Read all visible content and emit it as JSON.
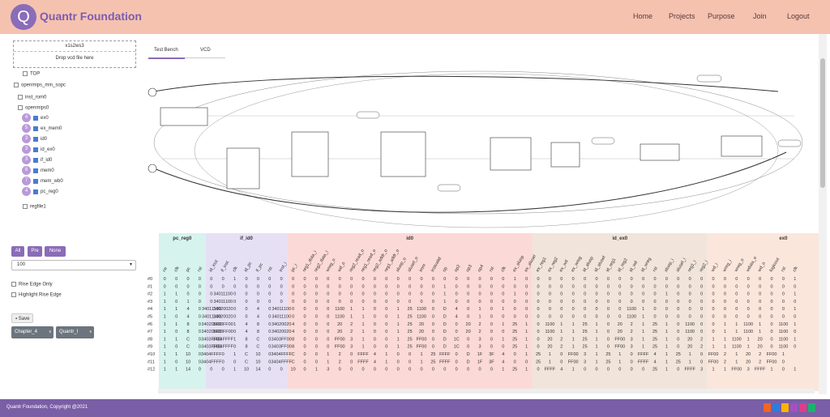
{
  "header": {
    "logo_letter": "Q",
    "brand": "Quantr Foundation",
    "nav": [
      "Home",
      "Projects",
      "Purpose",
      "Join",
      "Logout"
    ]
  },
  "upload": {
    "code": "x1s2ws3",
    "label": "Drop vcd file here"
  },
  "tree": {
    "top": "TOP",
    "soc": "openmips_min_sopc",
    "rom": "inst_rom0",
    "mips": "openmips0",
    "modules": [
      {
        "n": "4",
        "name": "ex0"
      },
      {
        "n": "5",
        "name": "ex_mem0"
      },
      {
        "n": "3",
        "name": "id0"
      },
      {
        "n": "3",
        "name": "id_ex0"
      },
      {
        "n": "3",
        "name": "if_id0"
      },
      {
        "n": "8",
        "name": "mem0"
      },
      {
        "n": "7",
        "name": "mem_wb0"
      },
      {
        "n": "4",
        "name": "pc_reg0"
      }
    ],
    "regfile": "regfile1"
  },
  "buttons": {
    "all": "All",
    "pre": "Pre",
    "none": "None"
  },
  "select": {
    "value": "100"
  },
  "options": {
    "rise": "Rise Edge Only",
    "highlight": "Highlight Rise Edge"
  },
  "save": "Save",
  "tags": [
    "Chapter_4",
    "Quantr_I"
  ],
  "tabs": [
    "Test Bench",
    "VCD"
  ],
  "table": {
    "groups": [
      {
        "name": "pc_reg0",
        "w": 4,
        "c": "#d6f3ee"
      },
      {
        "name": "if_id0",
        "w": 7,
        "c": "#e6e0f5"
      },
      {
        "name": "id0",
        "w": 21,
        "c": "#fbd9d6"
      },
      {
        "name": "id_ex0",
        "w": 15,
        "c": "#f1e4da"
      },
      {
        "name": "ex0",
        "w": 13,
        "c": "#fbe6dc"
      }
    ],
    "cols": [
      "ce",
      "clk",
      "pc",
      "rst",
      "id_inst",
      "if_inst",
      "clk",
      "id_pc",
      "if_pc",
      "rst",
      "inst_i",
      "pc_i",
      "reg1_data_i",
      "reg2_data_i",
      "wreg_o",
      "wd_o",
      "reg2_read_o",
      "reg1_read_o",
      "reg2_addr_o",
      "reg1_addr_o",
      "aluop_o",
      "alusel_o",
      "imm",
      "instvalid",
      "op",
      "op2",
      "op3",
      "op4",
      "rst",
      "clk",
      "ex_aluop",
      "ex_alusel",
      "ex_reg1",
      "ex_reg2",
      "ex_wd",
      "ex_wreg",
      "id_aluop",
      "id_alusel",
      "id_reg1",
      "id_reg2",
      "id_wd",
      "id_wreg",
      "rst",
      "aluop_i",
      "alusel_i",
      "reg1_i",
      "reg2_i",
      "wd_i",
      "wreg_i",
      "wreg_o",
      "wdata_o",
      "wd_o",
      "logicout",
      "rst",
      "clk"
    ],
    "rows": [
      [
        "#0",
        "0",
        "0",
        "0",
        "0",
        "0",
        "0",
        "1",
        "0",
        "0",
        "0",
        "0",
        "0",
        "0",
        "0",
        "0",
        "0",
        "0",
        "0",
        "0",
        "0",
        "0",
        "0",
        "0",
        "0",
        "0",
        "0",
        "0",
        "0",
        "0",
        "0",
        "1",
        "0",
        "0",
        "0",
        "0",
        "0",
        "0",
        "0",
        "0",
        "0",
        "0",
        "0",
        "0",
        "0",
        "0",
        "0",
        "0",
        "0",
        "0",
        "0",
        "0",
        "0",
        "0",
        "0",
        "1"
      ],
      [
        "#1",
        "0",
        "0",
        "0",
        "0",
        "0",
        "0",
        "0",
        "0",
        "0",
        "0",
        "0",
        "0",
        "0",
        "0",
        "0",
        "0",
        "0",
        "0",
        "0",
        "0",
        "0",
        "0",
        "0",
        "0",
        "1",
        "0",
        "0",
        "0",
        "0",
        "0",
        "0",
        "0",
        "0",
        "0",
        "0",
        "0",
        "0",
        "0",
        "0",
        "0",
        "0",
        "0",
        "0",
        "0",
        "0",
        "0",
        "0",
        "0",
        "0",
        "0",
        "0",
        "0",
        "0",
        "0",
        "0"
      ],
      [
        "#2",
        "1",
        "1",
        "0",
        "0",
        "0",
        "34011100",
        "0",
        "0",
        "0",
        "0",
        "0",
        "0",
        "0",
        "0",
        "0",
        "0",
        "0",
        "0",
        "0",
        "0",
        "0",
        "0",
        "0",
        "0",
        "1",
        "0",
        "0",
        "0",
        "0",
        "0",
        "1",
        "0",
        "0",
        "0",
        "0",
        "0",
        "0",
        "0",
        "0",
        "0",
        "0",
        "0",
        "0",
        "1",
        "0",
        "0",
        "0",
        "0",
        "0",
        "0",
        "0",
        "0",
        "0",
        "0",
        "1"
      ],
      [
        "#3",
        "1",
        "0",
        "1",
        "0",
        "0",
        "34011100",
        "0",
        "0",
        "0",
        "0",
        "0",
        "0",
        "0",
        "0",
        "0",
        "0",
        "0",
        "0",
        "0",
        "0",
        "0",
        "0",
        "0",
        "0",
        "1",
        "0",
        "0",
        "0",
        "0",
        "0",
        "0",
        "0",
        "0",
        "0",
        "0",
        "0",
        "0",
        "0",
        "0",
        "0",
        "0",
        "0",
        "0",
        "0",
        "0",
        "0",
        "0",
        "0",
        "0",
        "0",
        "0",
        "0",
        "0",
        "0",
        "0"
      ],
      [
        "#4",
        "1",
        "1",
        "4",
        "0",
        "34011100",
        "34020020",
        "0",
        "0",
        "4",
        "0",
        "34011100",
        "0",
        "0",
        "0",
        "0",
        "1100",
        "1",
        "1",
        "0",
        "0",
        "1",
        "25",
        "1100",
        "0",
        "D",
        "4",
        "0",
        "1",
        "0",
        "1",
        "0",
        "0",
        "0",
        "0",
        "0",
        "0",
        "0",
        "0",
        "0",
        "0",
        "1100",
        "1",
        "0",
        "0",
        "0",
        "0",
        "0",
        "0",
        "0",
        "0",
        "0",
        "0",
        "0",
        "0",
        "1"
      ],
      [
        "#5",
        "1",
        "0",
        "4",
        "0",
        "34011100",
        "34020020",
        "0",
        "0",
        "4",
        "0",
        "34011100",
        "0",
        "0",
        "0",
        "0",
        "1100",
        "1",
        "1",
        "0",
        "0",
        "1",
        "25",
        "1100",
        "0",
        "D",
        "4",
        "0",
        "1",
        "0",
        "0",
        "0",
        "0",
        "0",
        "0",
        "0",
        "0",
        "0",
        "0",
        "0",
        "0",
        "1100",
        "1",
        "0",
        "0",
        "0",
        "0",
        "0",
        "0",
        "0",
        "0",
        "0",
        "0",
        "0",
        "0",
        "0"
      ],
      [
        "#6",
        "1",
        "1",
        "8",
        "0",
        "34020020",
        "3403FF00",
        "1",
        "4",
        "8",
        "0",
        "34020020",
        "4",
        "0",
        "0",
        "0",
        "20",
        "2",
        "1",
        "0",
        "0",
        "1",
        "25",
        "20",
        "0",
        "D",
        "0",
        "20",
        "2",
        "0",
        "1",
        "25",
        "1",
        "0",
        "1100",
        "1",
        "1",
        "25",
        "1",
        "0",
        "20",
        "2",
        "1",
        "25",
        "1",
        "0",
        "1100",
        "0",
        "0",
        "1",
        "1",
        "1100",
        "1",
        "0",
        "1100",
        "1"
      ],
      [
        "#7",
        "1",
        "0",
        "8",
        "0",
        "34020020",
        "3403FF00",
        "0",
        "4",
        "8",
        "0",
        "34020020",
        "4",
        "0",
        "0",
        "0",
        "20",
        "2",
        "1",
        "0",
        "0",
        "1",
        "25",
        "20",
        "0",
        "D",
        "0",
        "20",
        "2",
        "0",
        "0",
        "25",
        "1",
        "0",
        "1100",
        "1",
        "1",
        "25",
        "1",
        "0",
        "20",
        "2",
        "1",
        "25",
        "1",
        "0",
        "1100",
        "0",
        "0",
        "1",
        "1",
        "1100",
        "1",
        "0",
        "1100",
        "0"
      ],
      [
        "#8",
        "1",
        "1",
        "C",
        "0",
        "3403FF00",
        "3404FFFF",
        "1",
        "8",
        "C",
        "0",
        "3403FF00",
        "8",
        "0",
        "0",
        "0",
        "FF00",
        "3",
        "1",
        "0",
        "0",
        "1",
        "25",
        "FF00",
        "0",
        "D",
        "1C",
        "0",
        "3",
        "0",
        "1",
        "25",
        "1",
        "0",
        "20",
        "2",
        "1",
        "25",
        "1",
        "0",
        "FF00",
        "3",
        "1",
        "25",
        "1",
        "0",
        "20",
        "2",
        "1",
        "1",
        "1100",
        "1",
        "20",
        "0",
        "1100",
        "1"
      ],
      [
        "#9",
        "1",
        "0",
        "C",
        "0",
        "3403FF00",
        "3404FFFF",
        "0",
        "8",
        "C",
        "0",
        "3403FF00",
        "8",
        "0",
        "0",
        "0",
        "FF00",
        "3",
        "1",
        "0",
        "0",
        "1",
        "25",
        "FF00",
        "0",
        "D",
        "1C",
        "0",
        "3",
        "0",
        "0",
        "25",
        "1",
        "0",
        "20",
        "2",
        "1",
        "25",
        "1",
        "0",
        "FF00",
        "3",
        "1",
        "25",
        "1",
        "0",
        "20",
        "2",
        "1",
        "1",
        "1100",
        "1",
        "20",
        "0",
        "1100",
        "0"
      ],
      [
        "#10",
        "1",
        "1",
        "10",
        "0",
        "3404FFFF",
        "0",
        "1",
        "C",
        "10",
        "0",
        "3404FFFF",
        "C",
        "0",
        "0",
        "1",
        "2",
        "0",
        "FFFF",
        "4",
        "1",
        "0",
        "0",
        "1",
        "25",
        "FFFF",
        "0",
        "D",
        "1F",
        "3F",
        "4",
        "0",
        "1",
        "25",
        "1",
        "0",
        "FF00",
        "3",
        "1",
        "25",
        "1",
        "0",
        "FFFF",
        "4",
        "1",
        "25",
        "1",
        "0",
        "FF00",
        "2",
        "1",
        "20",
        "2",
        "FF00",
        "1"
      ],
      [
        "#11",
        "1",
        "0",
        "10",
        "0",
        "3404FFFF",
        "0",
        "0",
        "C",
        "10",
        "0",
        "3404FFFF",
        "C",
        "0",
        "0",
        "1",
        "2",
        "0",
        "FFFF",
        "4",
        "1",
        "0",
        "0",
        "1",
        "25",
        "FFFF",
        "0",
        "D",
        "1F",
        "3F",
        "4",
        "0",
        "0",
        "25",
        "1",
        "0",
        "FF00",
        "3",
        "1",
        "25",
        "1",
        "0",
        "FFFF",
        "4",
        "1",
        "25",
        "1",
        "0",
        "FF00",
        "2",
        "1",
        "20",
        "2",
        "FF00",
        "0"
      ],
      [
        "#12",
        "1",
        "1",
        "14",
        "0",
        "0",
        "0",
        "1",
        "10",
        "14",
        "0",
        "0",
        "10",
        "0",
        "1",
        "3",
        "0",
        "0",
        "0",
        "0",
        "0",
        "0",
        "0",
        "0",
        "0",
        "0",
        "0",
        "0",
        "0",
        "0",
        "1",
        "25",
        "1",
        "0",
        "FFFF",
        "4",
        "1",
        "0",
        "0",
        "0",
        "0",
        "0",
        "0",
        "25",
        "1",
        "0",
        "FFFF",
        "3",
        "1",
        "1",
        "FF00",
        "3",
        "FFFF",
        "1",
        "0",
        "1"
      ]
    ]
  },
  "footer": "Quantr Foundation, Copyright @2021"
}
